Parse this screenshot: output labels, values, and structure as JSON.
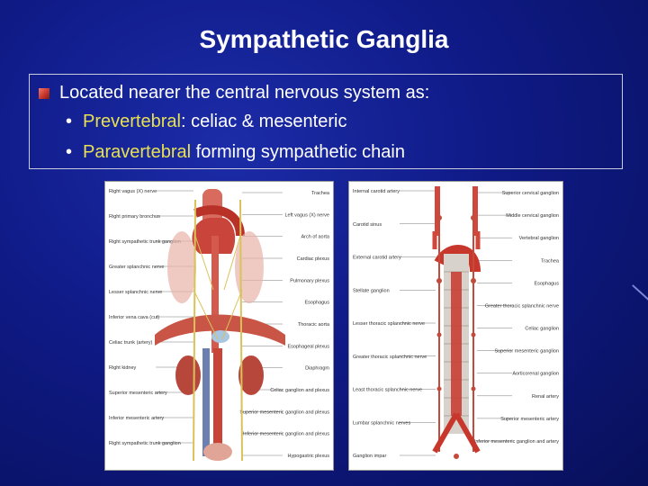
{
  "slide": {
    "title": "Sympathetic Ganglia",
    "main_bullet": "Located nearer the central nervous system as:",
    "sub_bullets": [
      {
        "term": "Prevertebral",
        "rest": ": celiac & mesenteric",
        "sep": ""
      },
      {
        "term": "Paravertebral",
        "rest": "forming sympathetic chain",
        "sep": " "
      }
    ]
  },
  "left_figure": {
    "left_labels": [
      "Right vagus (X) nerve",
      "Right primary bronchus",
      "Right sympathetic trunk ganglion",
      "Greater splanchnic nerve",
      "Lesser splanchnic nerve",
      "Inferior vena cava (cut)",
      "Celiac trunk (artery)",
      "Right kidney",
      "Superior mesenteric artery",
      "Inferior mesenteric artery",
      "Right sympathetic trunk ganglion"
    ],
    "right_labels": [
      "Trachea",
      "Left vagus (X) nerve",
      "Arch of aorta",
      "Cardiac plexus",
      "Pulmonary plexus",
      "Esophagus",
      "Thoracic aorta",
      "Esophageal plexus",
      "Diaphragm",
      "Celiac ganglion and plexus",
      "Superior mesenteric ganglion and plexus",
      "Inferior mesenteric ganglion and plexus",
      "Hypogastric plexus"
    ]
  },
  "right_figure": {
    "left_labels": [
      "Internal carotid artery",
      "Carotid sinus",
      "External carotid artery",
      "Stellate ganglion",
      "Lesser thoracic splanchnic nerve",
      "Greater thoracic splanchnic nerve",
      "Least thoracic splanchnic nerve",
      "Lumbar splanchnic nerves",
      "Ganglion impar"
    ],
    "right_labels": [
      "Superior cervical ganglion",
      "Middle cervical ganglion",
      "Vertebral ganglion",
      "Trachea",
      "Esophagus",
      "Greater thoracic splanchnic nerve",
      "Celiac ganglion",
      "Superior mesenteric ganglion",
      "Aorticorenal ganglion",
      "Renal artery",
      "Superior mesenteric artery",
      "Inferior mesenteric ganglion and artery"
    ]
  }
}
